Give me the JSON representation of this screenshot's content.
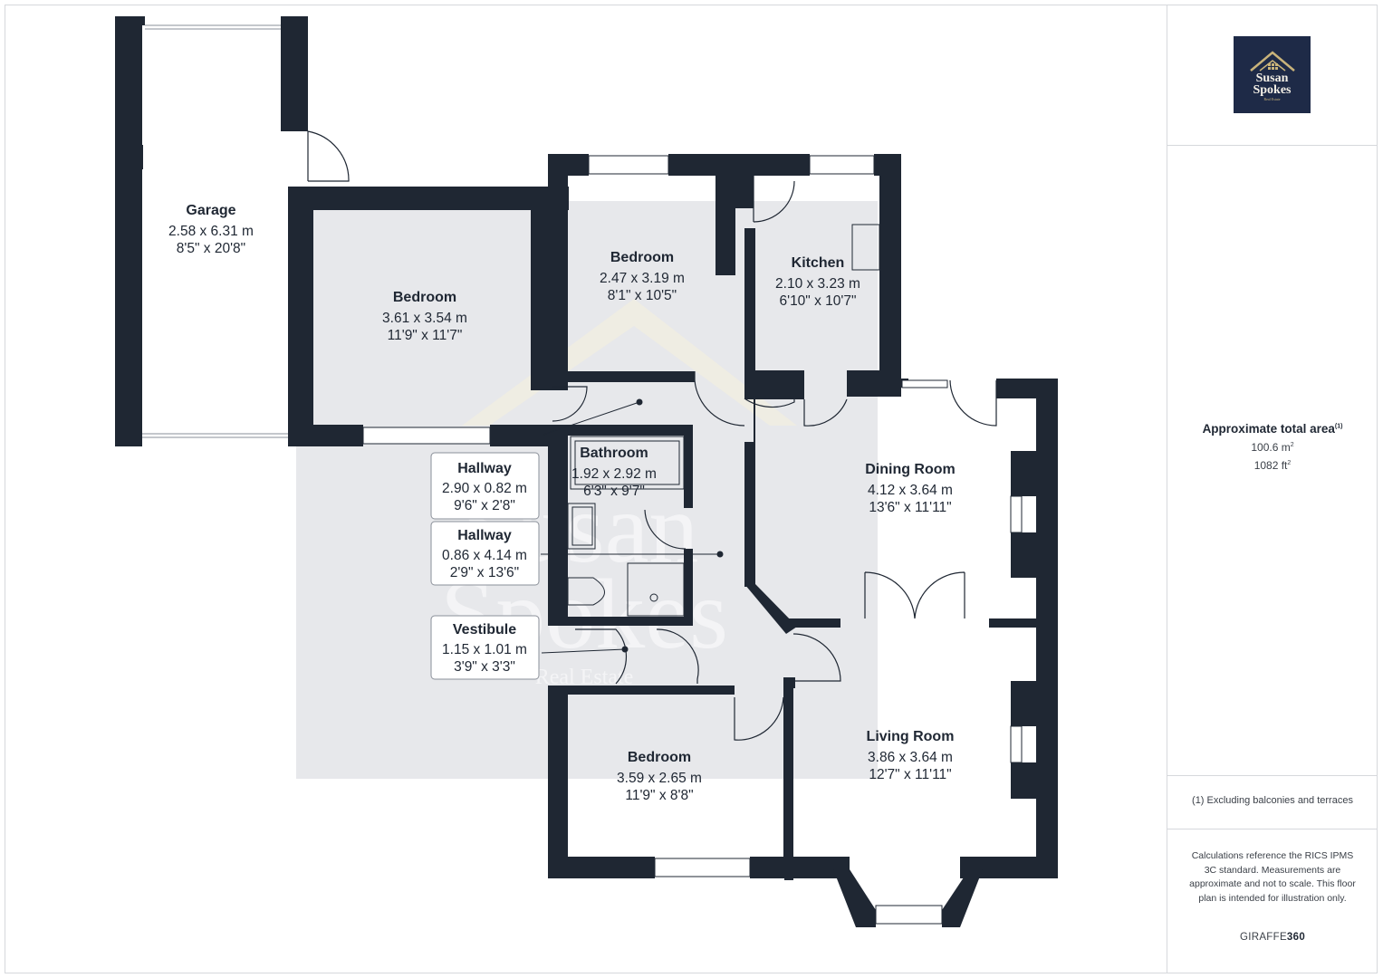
{
  "colors": {
    "wall": "#1f2733",
    "floor_shade": "#e7e8eb",
    "logo_bg": "#1e2a47",
    "logo_gold": "#c9b37a"
  },
  "rooms": {
    "garage": {
      "name": "Garage",
      "metric": "2.58 x 6.31 m",
      "imperial": "8'5\" x 20'8\""
    },
    "bedroom1": {
      "name": "Bedroom",
      "metric": "3.61 x 3.54 m",
      "imperial": "11'9\" x 11'7\""
    },
    "bedroom2": {
      "name": "Bedroom",
      "metric": "2.47 x 3.19 m",
      "imperial": "8'1\" x 10'5\""
    },
    "kitchen": {
      "name": "Kitchen",
      "metric": "2.10 x 3.23 m",
      "imperial": "6'10\" x 10'7\""
    },
    "bathroom": {
      "name": "Bathroom",
      "metric": "1.92 x 2.92 m",
      "imperial": "6'3\" x 9'7\""
    },
    "hallway1": {
      "name": "Hallway",
      "metric": "2.90 x 0.82 m",
      "imperial": "9'6\" x 2'8\""
    },
    "hallway2": {
      "name": "Hallway",
      "metric": "0.86 x 4.14 m",
      "imperial": "2'9\" x 13'6\""
    },
    "vestibule": {
      "name": "Vestibule",
      "metric": "1.15 x 1.01 m",
      "imperial": "3'9\" x 3'3\""
    },
    "dining": {
      "name": "Dining Room",
      "metric": "4.12 x 3.64 m",
      "imperial": "13'6\" x 11'11\""
    },
    "living": {
      "name": "Living Room",
      "metric": "3.86 x 3.64 m",
      "imperial": "12'7\" x 11'11\""
    },
    "bedroom3": {
      "name": "Bedroom",
      "metric": "3.59 x 2.65 m",
      "imperial": "11'9\" x 8'8\""
    }
  },
  "logo": {
    "line1": "Susan",
    "line2": "Spokes",
    "line3": "Real Estate"
  },
  "watermark": {
    "line1": "Susan",
    "line2": "Spokes",
    "line3": "Real Estate"
  },
  "summary": {
    "title": "Approximate total area",
    "title_sup": "(1)",
    "metric_value": "100.6 m",
    "metric_sup": "2",
    "imperial_value": "1082 ft",
    "imperial_sup": "2"
  },
  "footnote": "(1) Excluding balconies and terraces",
  "disclaimer": "Calculations reference the RICS IPMS 3C standard. Measurements are approximate and not to scale. This floor plan is intended for illustration only.",
  "brand": {
    "part1": "GIRAFFE",
    "part2": "360"
  }
}
